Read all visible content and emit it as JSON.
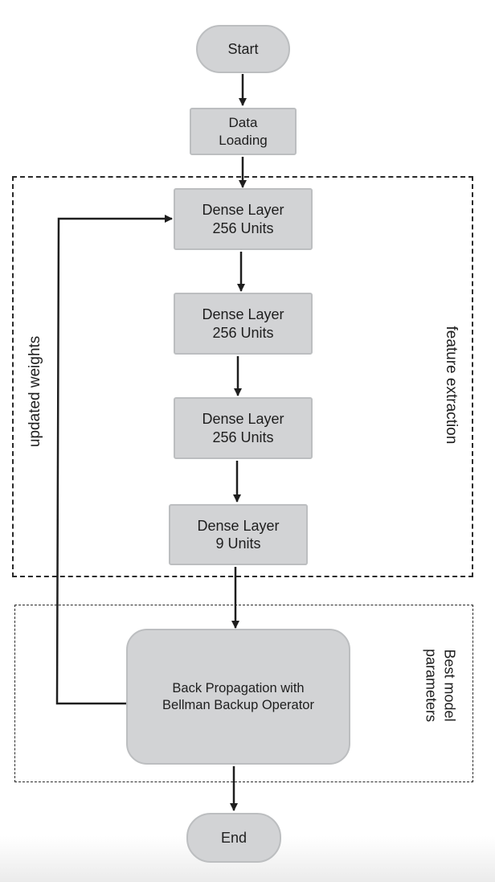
{
  "nodes": {
    "start": "Start",
    "data_loading": [
      "Data",
      "Loading"
    ],
    "dense1": [
      "Dense Layer",
      "256 Units"
    ],
    "dense2": [
      "Dense Layer",
      "256 Units"
    ],
    "dense3": [
      "Dense Layer",
      "256 Units"
    ],
    "dense4": [
      "Dense Layer",
      "9 Units"
    ],
    "backprop": [
      "Back Propagation with",
      "Bellman Backup Operator"
    ],
    "end": "End"
  },
  "groups": {
    "feature_extraction": "feature extraction",
    "best_model": [
      "Best model",
      "parameters"
    ]
  },
  "edges": {
    "feedback_label": "updated weights"
  }
}
